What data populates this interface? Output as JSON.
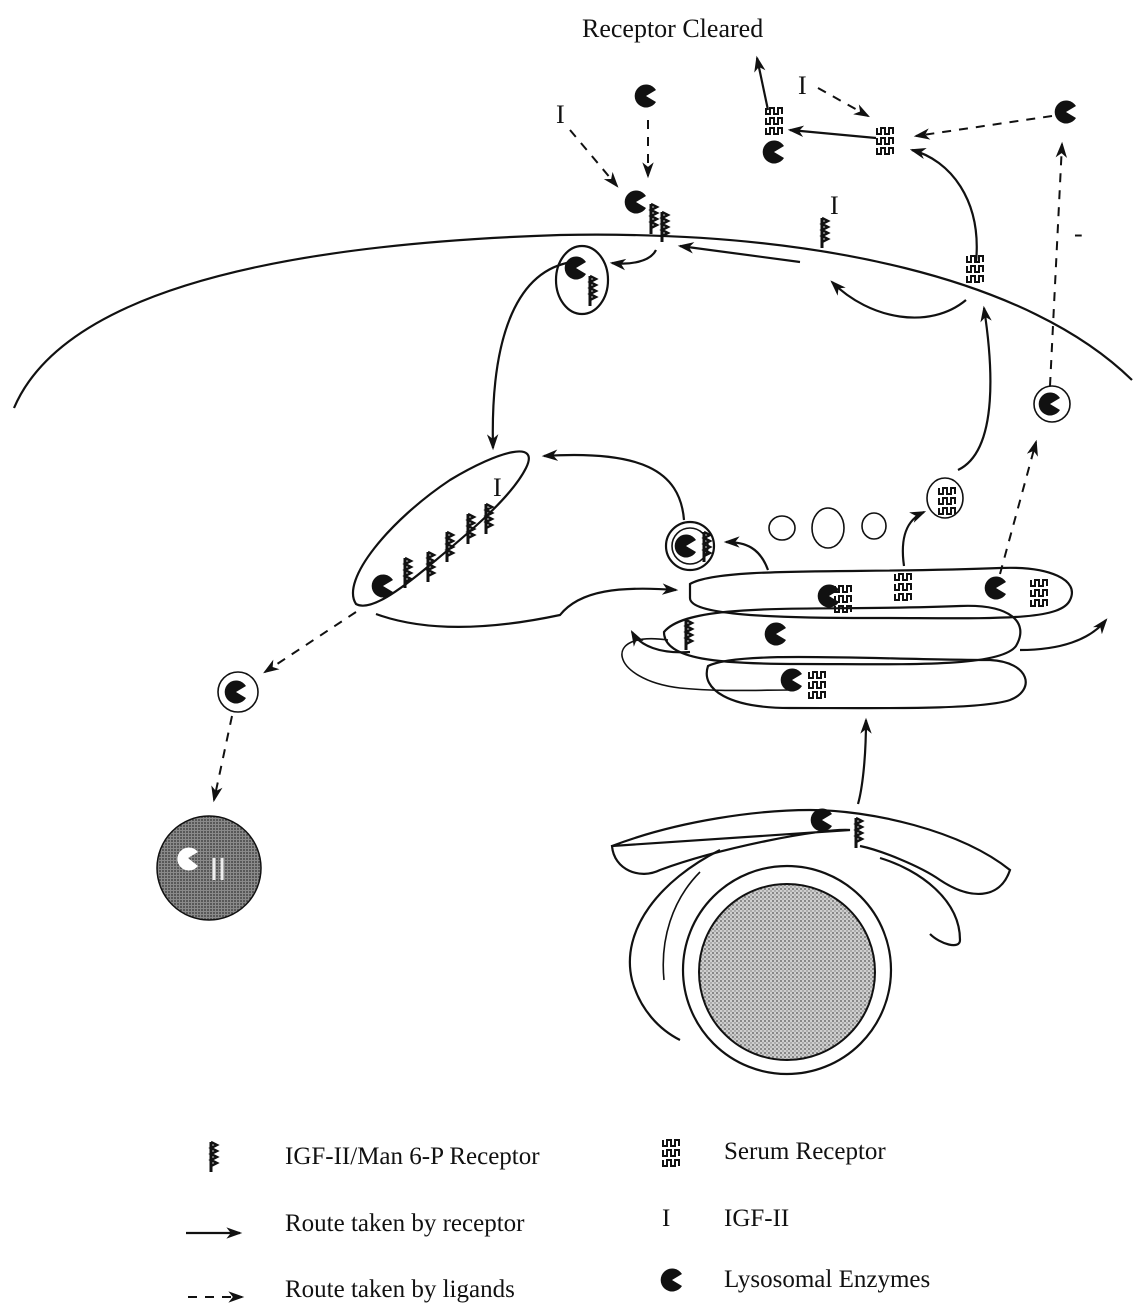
{
  "figure": {
    "title": "Receptor Cleared",
    "ligand_symbol": "I"
  },
  "legend": {
    "left": [
      {
        "icon": "igf2-man6p-receptor-icon",
        "label": "IGF-II/Man 6-P Receptor"
      },
      {
        "icon": "solid-arrow-icon",
        "label": "Route taken by receptor"
      },
      {
        "icon": "dashed-arrow-icon",
        "label": "Route taken by ligands"
      }
    ],
    "right": [
      {
        "icon": "serum-receptor-icon",
        "label": "Serum Receptor"
      },
      {
        "icon": "igf2-icon",
        "symbol": "I",
        "label": "IGF-II"
      },
      {
        "icon": "lysosomal-enzyme-icon",
        "label": "Lysosomal Enzymes"
      }
    ]
  },
  "colors": {
    "ink": "#111111",
    "stipple": "#9a9a9a",
    "background": "#ffffff"
  }
}
